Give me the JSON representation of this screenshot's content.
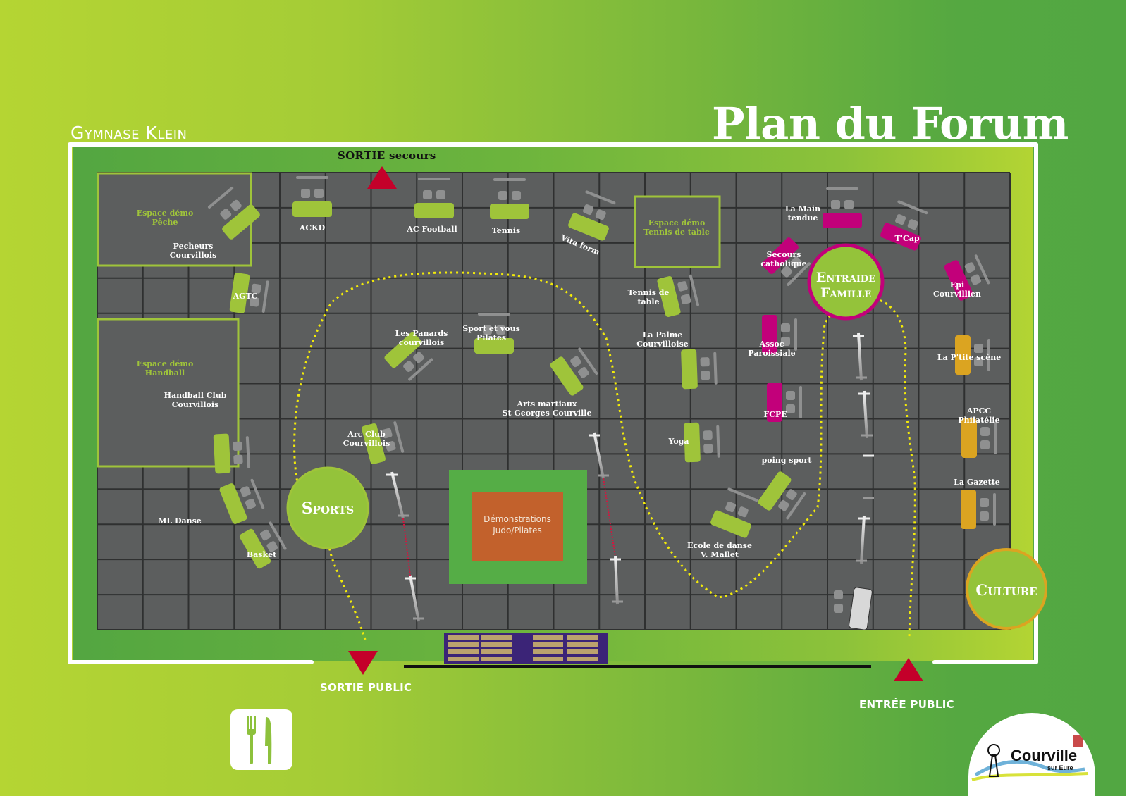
{
  "header": {
    "venue": "Gymnase Klein",
    "title": "Plan du Forum"
  },
  "exits": {
    "emergency": "SORTIE secours",
    "public_exit": "SORTIE PUBLIC",
    "public_entrance": "ENTRÉE PUBLIC"
  },
  "zones": {
    "sports": "Sports",
    "culture": "Culture",
    "entraide_line1": "Entraide",
    "entraide_line2": "Famille",
    "demo_mat_line1": "Démonstrations",
    "demo_mat_line2": "Judo/Pilates"
  },
  "demo_spaces": {
    "peche": [
      "Espace démo",
      "Pêche"
    ],
    "handball": [
      "Espace démo",
      "Handball"
    ],
    "tennis_table": [
      "Espace démo",
      "Tennis de table"
    ]
  },
  "stands": {
    "pecheurs": [
      "Pecheurs",
      "Courvillois"
    ],
    "ackd": [
      "ACKD"
    ],
    "ac_football": [
      "AC Football"
    ],
    "tennis": [
      "Tennis"
    ],
    "vita_form": [
      "Vita form"
    ],
    "agtc": [
      "AGTC"
    ],
    "handball_club": [
      "Handball Club",
      "Courvillois"
    ],
    "ml_danse": [
      "ML Danse"
    ],
    "basket": [
      "Basket"
    ],
    "les_panards": [
      "Les Panards",
      "courvillois"
    ],
    "sport_et_vous": [
      "Sport et vous",
      "Pilates"
    ],
    "arts_martiaux": [
      "Arts martiaux",
      "St Georges Courville"
    ],
    "arc_club": [
      "Arc Club",
      "Courvillois"
    ],
    "tennis_de_table": [
      "Tennis de",
      "table"
    ],
    "la_palme": [
      "La Palme",
      "Courvilloise"
    ],
    "yoga": [
      "Yoga"
    ],
    "poing_sport": [
      "poing sport"
    ],
    "ecole_danse": [
      "Ecole de danse",
      "V. Mallet"
    ],
    "la_main_tendue": [
      "La Main",
      "tendue"
    ],
    "secours_catholique": [
      "Secours",
      "catholique"
    ],
    "t_cap": [
      "T'Cap"
    ],
    "epi_courvillien": [
      "Epi",
      "Courvillien"
    ],
    "assoc_paroissiale": [
      "Assoc",
      "Paroissiale"
    ],
    "fcpe": [
      "FCPE"
    ],
    "la_ptite_scene": [
      "La P'tite scène"
    ],
    "apcc": [
      "APCC",
      "Philatélie"
    ],
    "la_gazette": [
      "La Gazette"
    ]
  },
  "icons": {
    "restaurant": "fork-knife-icon",
    "emergency_exit": "red-triangle-up",
    "public_exit": "red-triangle-down",
    "public_entrance": "red-triangle-up"
  },
  "logo": {
    "name": "Courville",
    "subtitle": "sur Eure"
  },
  "colors": {
    "floor": "#5c5e5e",
    "grid_line": "#2f3030",
    "sports_stand": "#9fc43a",
    "solidarity_stand": "#c2007a",
    "culture_stand": "#dba421",
    "chair": "#8f9090",
    "exit_triangle": "#c4002a",
    "mat_green": "#55ad46",
    "mat_orange": "#c2612c",
    "footsteps": "#f2ea0a",
    "bleachers": "#3b2477",
    "bleacher_bench": "#bba26e"
  }
}
